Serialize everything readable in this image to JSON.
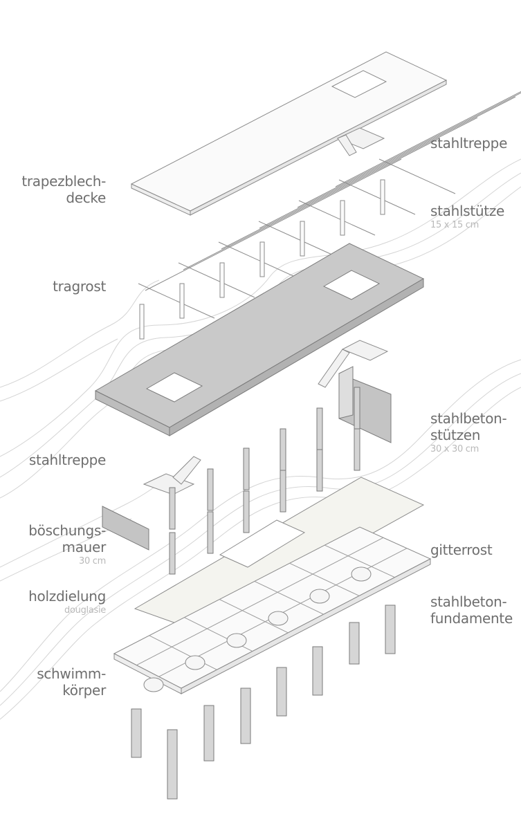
{
  "labels_left": {
    "trapezblech": [
      "trapezblech-",
      "decke"
    ],
    "tragrost": [
      "tragrost"
    ],
    "stahltreppe": [
      "stahltreppe"
    ],
    "boeschungsmauer": [
      "böschungs-",
      "mauer"
    ],
    "boeschungsmauer_sub": "30 cm",
    "holzdielung": [
      "holzdielung"
    ],
    "holzdielung_sub": "douglasie",
    "schwimmkoerper": [
      "schwimm-",
      "körper"
    ]
  },
  "labels_right": {
    "stahltreppe": [
      "stahltreppe"
    ],
    "stahlstuetze": [
      "stahlstütze"
    ],
    "stahlstuetze_sub": "15 x 15 cm",
    "stahlbetonstuetzen": [
      "stahlbeton-",
      "stützen"
    ],
    "stahlbetonstuetzen_sub": "30 x 30 cm",
    "gitterrost": [
      "gitterrost"
    ],
    "stahlbetonfundamente": [
      "stahlbeton-",
      "fundamente"
    ]
  },
  "colors": {
    "label": "#6e6e6e",
    "sublabel": "#b9b9b9",
    "concrete": "#c9c9c9",
    "line": "#8a8a8a",
    "contour": "#d4d4d4"
  }
}
